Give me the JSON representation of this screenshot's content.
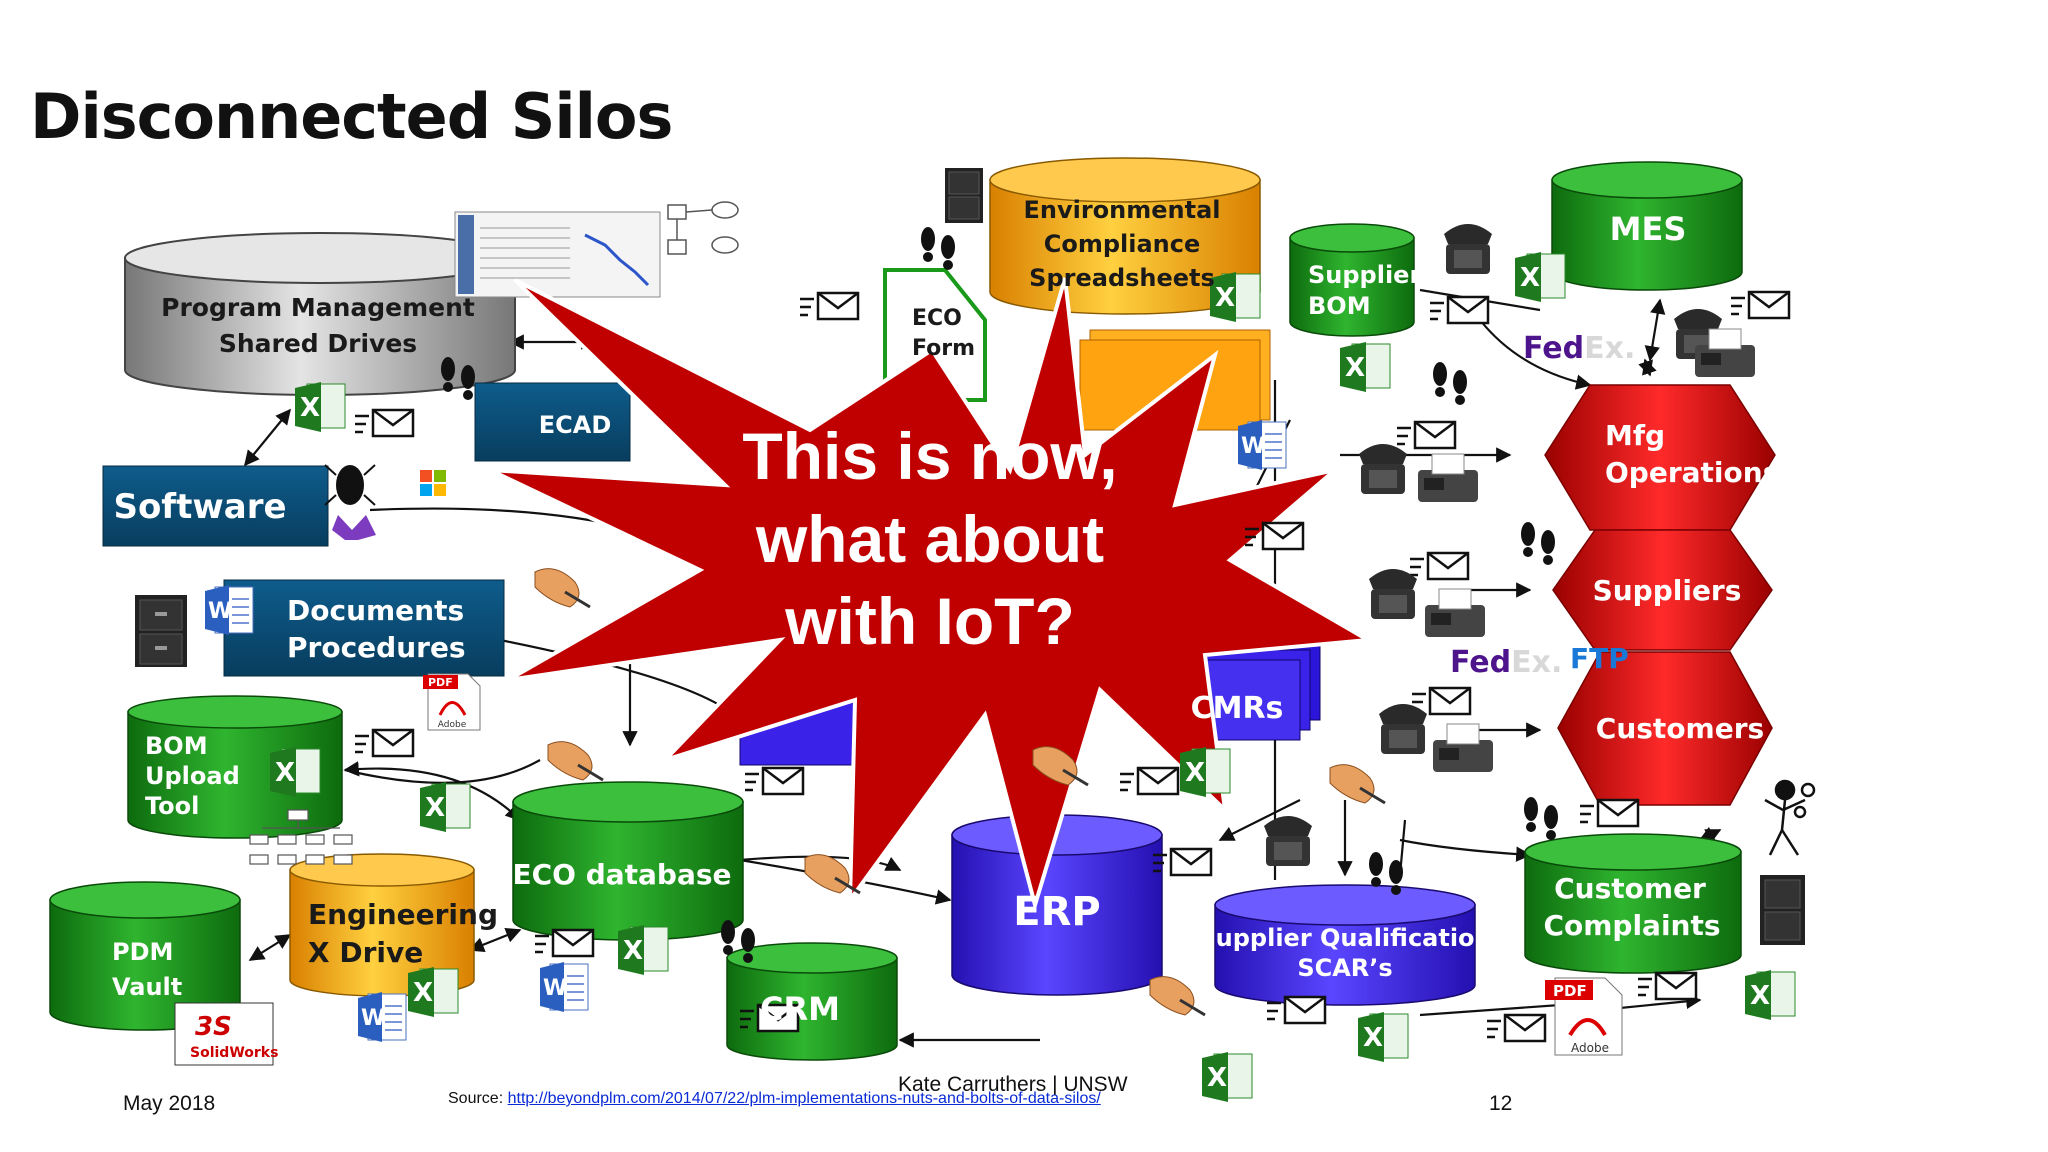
{
  "slide": {
    "title": "Disconnected Silos",
    "footer_date": "May 2018",
    "footer_author": "Kate Carruthers | UNSW",
    "footer_source_prefix": "Source:",
    "footer_source_url": "http://beyondplm.com/2014/07/22/plm-implementations-nuts-and-bolts-of-data-silos/",
    "page_number": "12"
  },
  "callout": {
    "line1": "This is now,",
    "line2": "what about",
    "line3": "with IoT?"
  },
  "nodes": {
    "program_mgmt_1": "Program Management",
    "program_mgmt_2": "Shared Drives",
    "ecad": "ECAD",
    "software": "Software",
    "documents_1": "Documents",
    "documents_2": "Procedures",
    "bom_1": "BOM",
    "bom_2": "Upload",
    "bom_3": "Tool",
    "eco_database": "ECO database",
    "eng_1": "Engineering",
    "eng_2": "X Drive",
    "pdm_1": "PDM",
    "pdm_2": "Vault",
    "crm": "CRM",
    "erp": "ERP",
    "env_1": "Environmental",
    "env_2": "Compliance",
    "env_3": "Spreadsheets",
    "eco_form_1": "ECO",
    "eco_form_2": "Form",
    "supplier_bom_1": "Supplier",
    "supplier_bom_2": "BOM",
    "mes": "MES",
    "mfg_1": "Mfg",
    "mfg_2": "Operations",
    "suppliers": "Suppliers",
    "customers": "Customers",
    "cmrs": "CMRs",
    "supplier_qual_1": "Supplier Qualification",
    "supplier_qual_2": "SCAR’s",
    "complaints_1": "Customer",
    "complaints_2": "Complaints",
    "fedex_fed": "Fed",
    "fedex_ex": "Ex.",
    "ftp": "FTP",
    "pdf": "PDF",
    "adobe": "Adobe",
    "solidworks": "SolidWorks",
    "excel_letter": "X",
    "word_letter": "W"
  },
  "colors": {
    "burst": "#c00000",
    "green": "#1e8f1e",
    "red": "#d40000",
    "blue": "#3a20d8",
    "navy": "#0b4f7a",
    "orange": "#f0a000",
    "gray": "#9a9a9a"
  }
}
